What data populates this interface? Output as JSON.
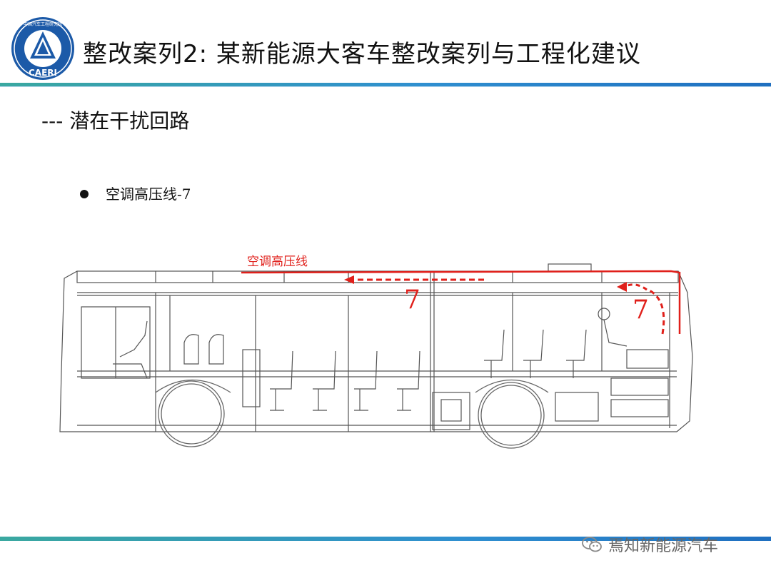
{
  "header": {
    "title": "整改案列2: 某新能源大客车整改案列与工程化建议",
    "logo_text": "CAERI",
    "logo_arc_text": "中国汽车工程研究院"
  },
  "section": {
    "subtitle": "--- 潜在干扰回路",
    "bullet_text": "空调高压线-7"
  },
  "diagram": {
    "route_label": "空调高压线",
    "marker_left": "7",
    "marker_right": "7",
    "accent_color": "#e0201b",
    "line_color": "#555555"
  },
  "footer": {
    "watermark": "焉知新能源汽车",
    "watermark_icon": "wechat-icon"
  }
}
